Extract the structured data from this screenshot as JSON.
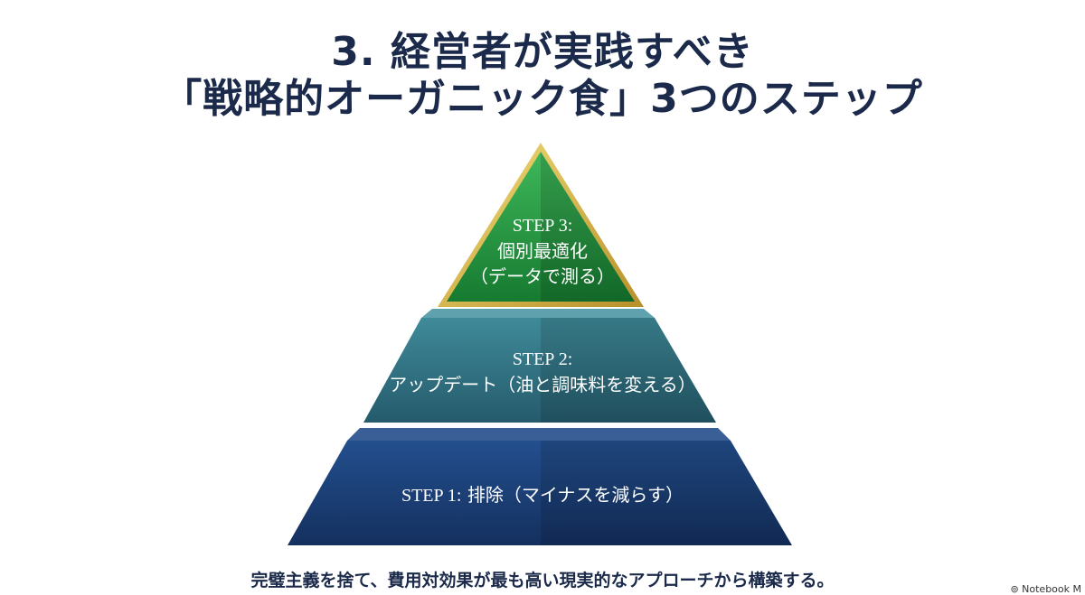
{
  "title": {
    "line1": "3. 経営者が実践すべき",
    "line2": "「戦略的オーガニック食」3つのステップ"
  },
  "steps": [
    {
      "id": "STEP 3:",
      "text": "個別最適化",
      "sub": "（データで測る）",
      "color": "#1f8a3c"
    },
    {
      "id": "STEP 2:",
      "text": "アップデート（油と調味料を変える）",
      "color": "#2f6f80"
    },
    {
      "id": "STEP 1:",
      "text": "排除（マイナスを減らす）",
      "color": "#1c3f78"
    }
  ],
  "footer": "完璧主義を捨て、費用対効果が最も高い現実的なアプローチから構築する。",
  "badge": "Notebook M",
  "badge_icon": "notebooklm-logo-icon"
}
